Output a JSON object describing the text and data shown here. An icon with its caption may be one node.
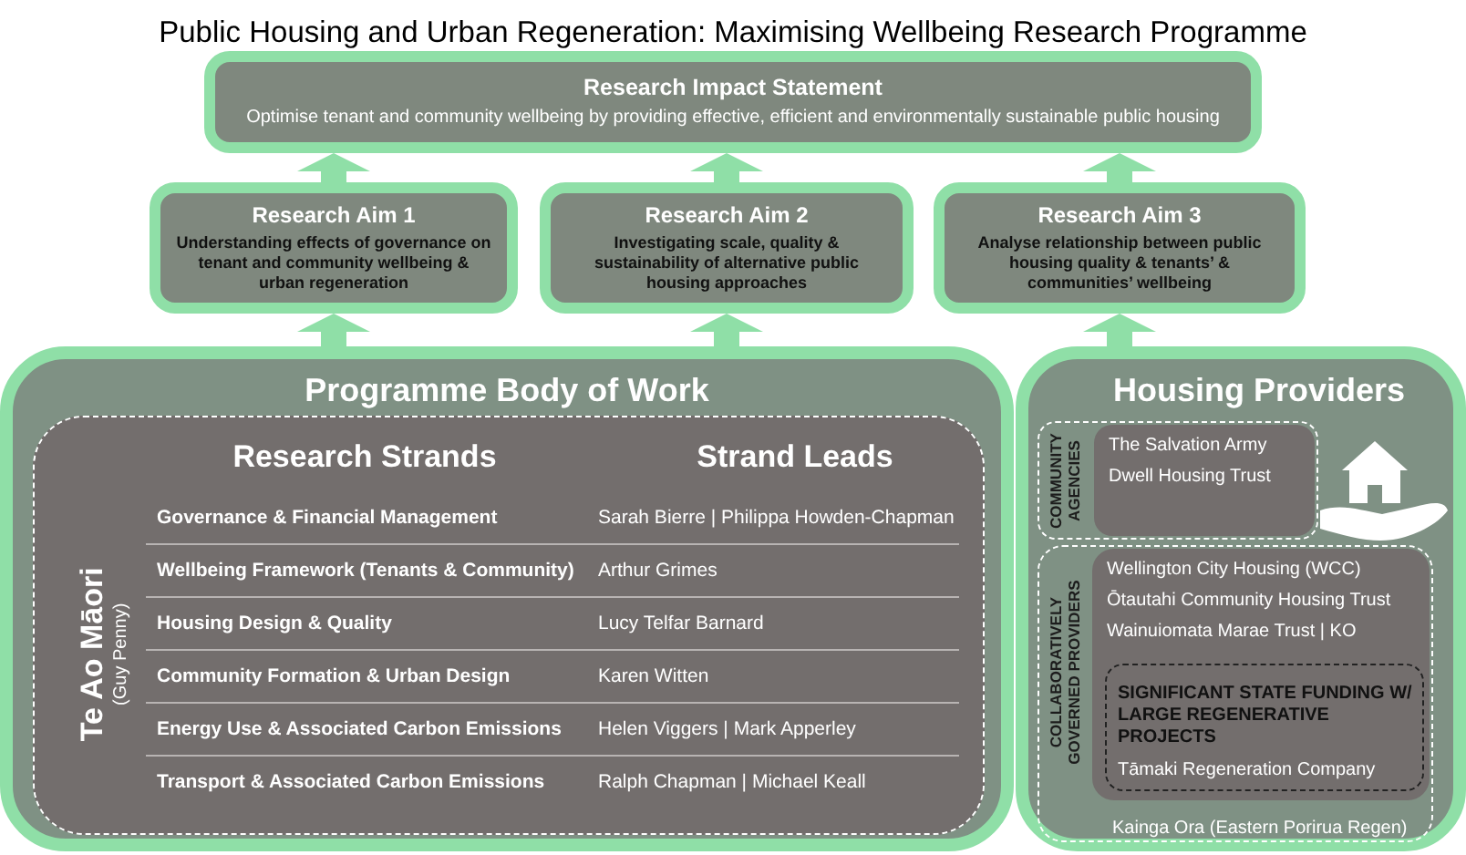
{
  "diagram": {
    "title": "Public Housing and Urban Regeneration: Maximising Wellbeing Research Programme",
    "nodes": [
      {
        "text": [
          "Research Impact Statement",
          "Optimise tenant and community wellbeing by providing effective, efficient and environmentally sustainable public housing"
        ]
      },
      {
        "text": [
          "Research Aim 1",
          "Understanding effects of governance on tenant and community wellbeing & urban regeneration"
        ]
      },
      {
        "text": [
          "Research Aim 2",
          "Investigating scale, quality & sustainability of alternative public housing approaches"
        ]
      },
      {
        "text": [
          "Research Aim 3",
          "Analyse relationship between public housing quality & tenants’ & communities’ wellbeing"
        ]
      },
      {
        "text": [
          "Programme Body of Work"
        ]
      },
      {
        "text": [
          "Te Ao Māori",
          "(Guy Penny)"
        ],
        "in": 4
      },
      {
        "text": [
          "Housing Providers"
        ]
      },
      {
        "text": [
          "COMMUNITY AGENCIES"
        ],
        "in": 6
      },
      {
        "text": [
          "The Salvation Army",
          "Dwell Housing Trust"
        ],
        "in": 7
      },
      {
        "text": [
          "COLLABORATIVELY GOVERNED PROVIDERS",
          "Kainga Ora (Eastern Porirua Regen)"
        ],
        "in": 6
      },
      {
        "text": [
          "Wellington City Housing (WCC)",
          "Ōtautahi Community Housing Trust",
          "Wainuiomata Marae Trust | KO"
        ],
        "in": 9
      },
      {
        "text": [
          "SIGNIFICANT STATE FUNDING W/ LARGE REGENERATIVE PROJECTS",
          "Tāmaki Regeneration Company"
        ],
        "in": 10
      }
    ],
    "edges": [
      {
        "from": 1,
        "to": 0,
        "arrow": "to"
      },
      {
        "from": 2,
        "to": 0,
        "arrow": "to"
      },
      {
        "from": 3,
        "to": 0,
        "arrow": "to"
      },
      {
        "from": 4,
        "to": 1,
        "arrow": "to"
      },
      {
        "from": 4,
        "to": 2,
        "arrow": "to"
      },
      {
        "from": 6,
        "to": 3,
        "arrow": "to"
      }
    ],
    "labels": [
      "Research Strands",
      "Strand Leads",
      "Governance & Financial Management",
      "Wellbeing Framework (Tenants & Community)",
      "Housing Design & Quality",
      "Community Formation & Urban Design",
      "Energy Use & Associated Carbon Emissions",
      "Transport & Associated Carbon Emissions",
      "Sarah Bierre | Philippa Howden-Chapman",
      "Arthur Grimes",
      "Lucy Telfar Barnard",
      "Karen Witten",
      "Helen Viggers | Mark Apperley",
      "Ralph Chapman | Michael Keall"
    ]
  }
}
